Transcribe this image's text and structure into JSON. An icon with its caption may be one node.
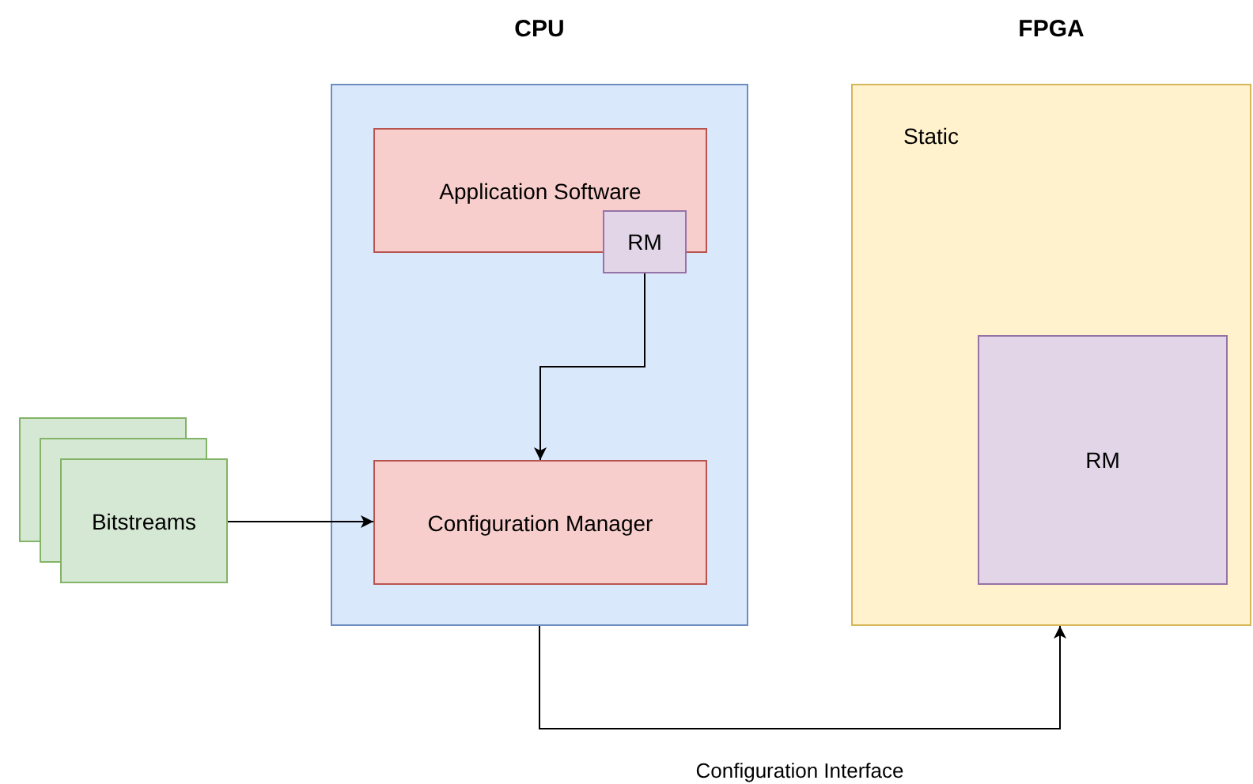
{
  "diagram": {
    "nodes": [
      {
        "text": [
          "CPU"
        ]
      },
      {
        "text": [
          "Application Software"
        ],
        "in": 0
      },
      {
        "text": [
          "RM"
        ],
        "in": 0
      },
      {
        "text": [
          "Configuration Manager"
        ],
        "in": 0
      },
      {
        "text": [
          "Bitstreams"
        ]
      },
      {
        "text": [
          "FPGA",
          "Static"
        ]
      },
      {
        "text": [
          "RM"
        ],
        "in": 5
      }
    ],
    "edges": [
      {
        "from": 2,
        "to": 3,
        "arrow": "to"
      },
      {
        "from": 4,
        "to": 3,
        "arrow": "to"
      },
      {
        "from": 0,
        "to": 5,
        "arrow": "to",
        "label": "Configuration Interface"
      }
    ]
  }
}
